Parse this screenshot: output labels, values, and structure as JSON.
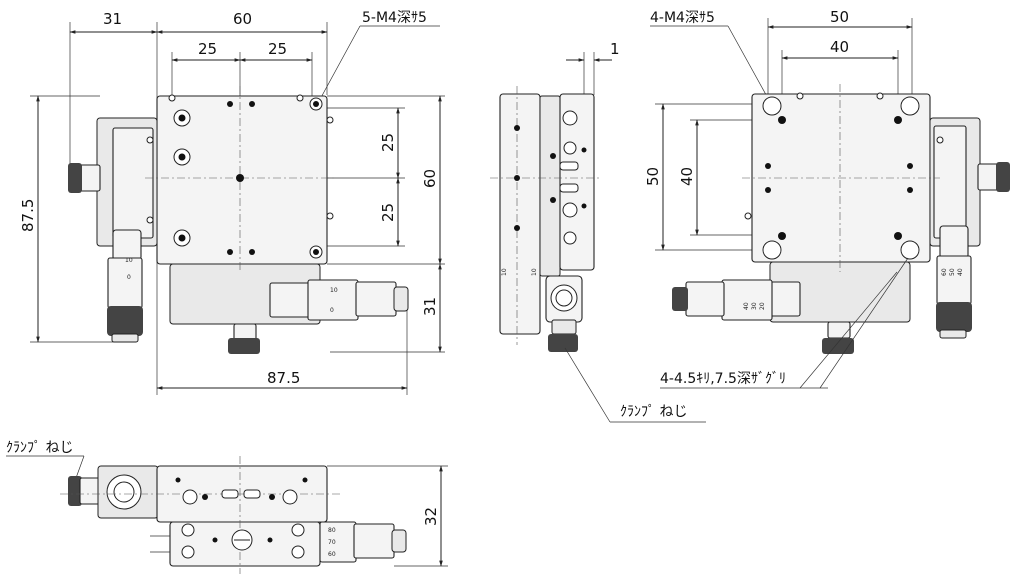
{
  "front_view": {
    "dims": {
      "left_offset": "31",
      "width_top": "60",
      "pitch_a": "25",
      "pitch_b": "25",
      "right_v1": "25",
      "right_v2": "25",
      "right_60": "60",
      "right_31": "31",
      "height": "87.5",
      "bottom_width": "87.5"
    },
    "callout": "5-M4深ｻ5",
    "scale_marks": [
      "10",
      "0",
      "10",
      "0"
    ]
  },
  "side_view": {
    "dim_top": "1",
    "clamp_label": "ｸﾗﾝﾌﾟ ねじ",
    "scale_marks": [
      "10",
      "10"
    ]
  },
  "back_view": {
    "callout_top": "4-M4深ｻ5",
    "dims": {
      "top_50": "50",
      "top_40": "40",
      "left_50": "50",
      "left_40": "40"
    },
    "callout_bottom": "4-4.5ｷﾘ,7.5深ｻﾞｸﾞﾘ",
    "scale_marks": [
      "40",
      "30",
      "20",
      "60",
      "50",
      "40"
    ]
  },
  "bottom_view": {
    "clamp_label": "ｸﾗﾝﾌﾟ ねじ",
    "dim_right": "32",
    "scale_marks": [
      "80",
      "70",
      "60"
    ]
  }
}
